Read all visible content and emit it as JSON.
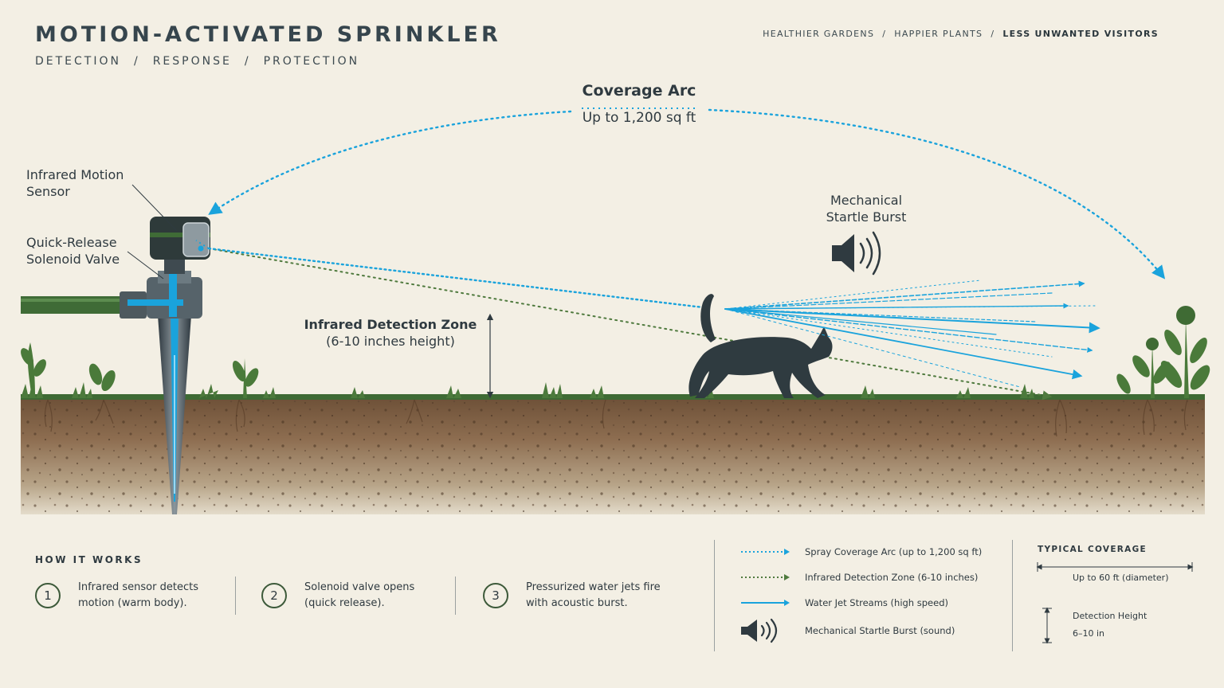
{
  "header": {
    "title": "MOTION-ACTIVATED SPRINKLER",
    "subtitle_items": [
      "DETECTION",
      "RESPONSE",
      "PROTECTION"
    ],
    "tagline_items": [
      "HEALTHIER GARDENS",
      "HAPPIER PLANTS",
      "LESS UNWANTED VISITORS"
    ]
  },
  "callouts": {
    "coverage_arc_title": "Coverage Arc",
    "coverage_arc_value": "Up to 1,200 sq ft",
    "sensor_line1": "Infrared Motion",
    "sensor_line2": "Sensor",
    "valve_line1": "Quick-Release",
    "valve_line2": "Solenoid Valve",
    "detection_zone_title": "Infrared Detection Zone",
    "detection_zone_value": "(6-10 inches height)",
    "startle_line1": "Mechanical",
    "startle_line2": "Startle Burst"
  },
  "how_it_works": {
    "title": "HOW IT WORKS",
    "steps": [
      {
        "num": "1",
        "line1": "Infrared sensor detects",
        "line2": "motion (warm body)."
      },
      {
        "num": "2",
        "line1": "Solenoid valve opens",
        "line2": "(quick release)."
      },
      {
        "num": "3",
        "line1": "Pressurized water jets fire",
        "line2": "with acoustic burst."
      }
    ]
  },
  "legend": {
    "items": [
      {
        "label": "Spray Coverage Arc (up to 1,200 sq ft)",
        "icon": "dotted-blue-arrow"
      },
      {
        "label": "Infrared Detection Zone (6-10 inches)",
        "icon": "dotted-green-arrow"
      },
      {
        "label": "Water Jet Streams (high speed)",
        "icon": "solid-blue-arrow"
      },
      {
        "label": "Mechanical Startle Burst (sound)",
        "icon": "speaker-icon"
      }
    ]
  },
  "typical_coverage": {
    "title": "TYPICAL COVERAGE",
    "diameter": "Up to 60 ft (diameter)",
    "height_label": "Detection Height",
    "height_value": "6–10 in"
  },
  "colors": {
    "background": "#f3efe4",
    "water_blue": "#1aa3dc",
    "ir_green": "#4f7a3e",
    "hose_green": "#3f6b36",
    "soil_brown": "#8a6a4d",
    "text_dark": "#2f3a40"
  }
}
